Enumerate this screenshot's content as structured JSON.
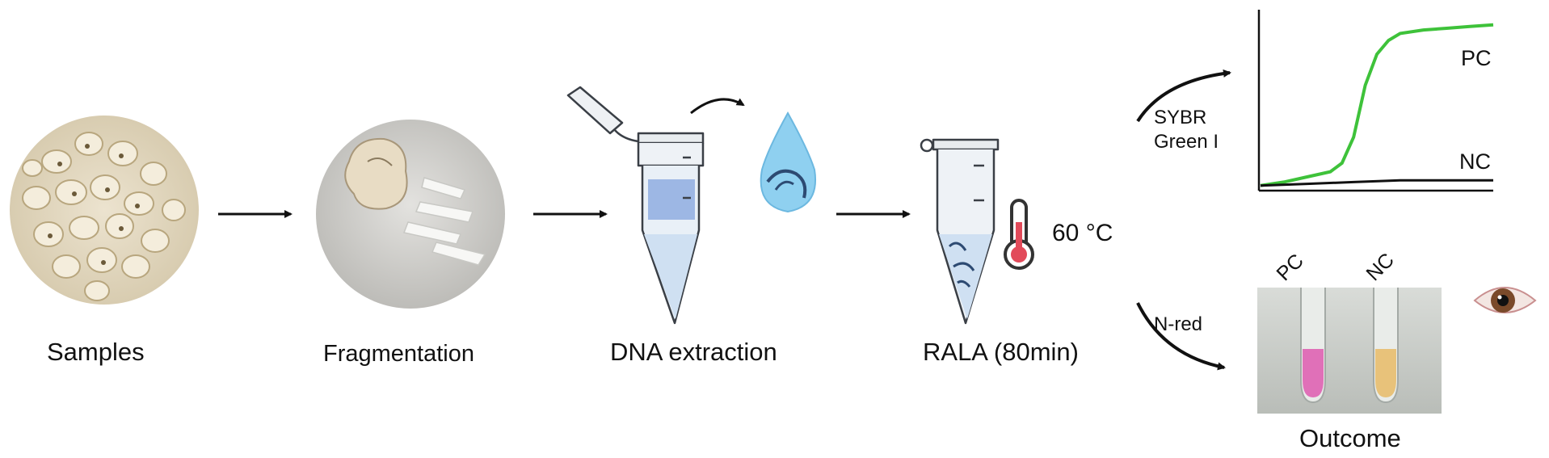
{
  "steps": {
    "samples": "Samples",
    "fragmentation": "Fragmentation",
    "dna_extraction": "DNA extraction",
    "rala": "RALA (80min)",
    "outcome": "Outcome"
  },
  "temperature": "60 °C",
  "readouts": {
    "sybr_line1": "SYBR",
    "sybr_line2": "Green I",
    "nred": "N-red"
  },
  "chart_data": {
    "type": "line",
    "title": "",
    "xlabel": "",
    "ylabel": "",
    "series": [
      {
        "name": "PC",
        "color": "#3ec23a",
        "x": [
          0,
          10,
          20,
          30,
          35,
          40,
          45,
          50,
          55,
          60,
          70,
          80,
          90,
          100
        ],
        "y": [
          2,
          4,
          7,
          10,
          15,
          30,
          60,
          78,
          86,
          90,
          92,
          93,
          94,
          95
        ]
      },
      {
        "name": "NC",
        "color": "#111111",
        "x": [
          0,
          20,
          40,
          60,
          80,
          100
        ],
        "y": [
          2,
          3,
          4,
          5,
          5,
          5
        ]
      }
    ],
    "xlim": [
      0,
      100
    ],
    "ylim": [
      0,
      100
    ],
    "grid": false
  },
  "tube_labels": {
    "pc": "PC",
    "nc": "NC"
  },
  "colors": {
    "arrow": "#111111",
    "pc_curve": "#3ec23a",
    "nc_curve": "#111111",
    "pc_tube_liquid": "#e070b8",
    "nc_tube_liquid": "#e8c27a",
    "droplet": "#8fd0f0",
    "thermometer_bulb": "#e24a5a"
  },
  "icons": [
    "seed-photo",
    "fragment-photo",
    "tube-extraction-icon",
    "dna-droplet-icon",
    "tube-rala-icon",
    "thermometer-icon",
    "eye-icon",
    "tube-photo"
  ]
}
